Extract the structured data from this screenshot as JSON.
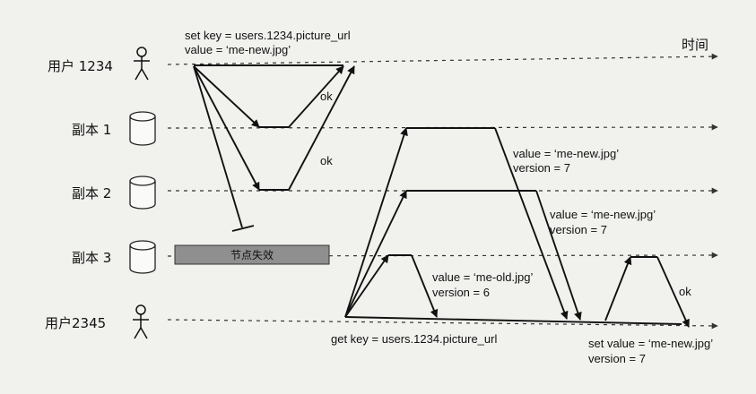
{
  "time_label": "时间",
  "lanes": {
    "user1": "用户 1234",
    "replica1": "副本 1",
    "replica2": "副本 2",
    "replica3": "副本 3",
    "user2": "用户2345"
  },
  "write_request": {
    "line1": "set key = users.1234.picture_url",
    "line2": "value = ‘me-new.jpg’"
  },
  "acks": {
    "ok_r1": "ok",
    "ok_r2": "ok",
    "ok_repair": "ok"
  },
  "node_failure_label": "节点失效",
  "read_request": "get key = users.1234.picture_url",
  "responses": {
    "r1": {
      "value": "value = ‘me-new.jpg’",
      "version": "version = 7"
    },
    "r2": {
      "value": "value = ‘me-new.jpg’",
      "version": "version = 7"
    },
    "r3": {
      "value": "value = ‘me-old.jpg’",
      "version": "version = 6"
    }
  },
  "repair_write": {
    "line1": "set value = ‘me-new.jpg’",
    "line2": "version = 7"
  }
}
